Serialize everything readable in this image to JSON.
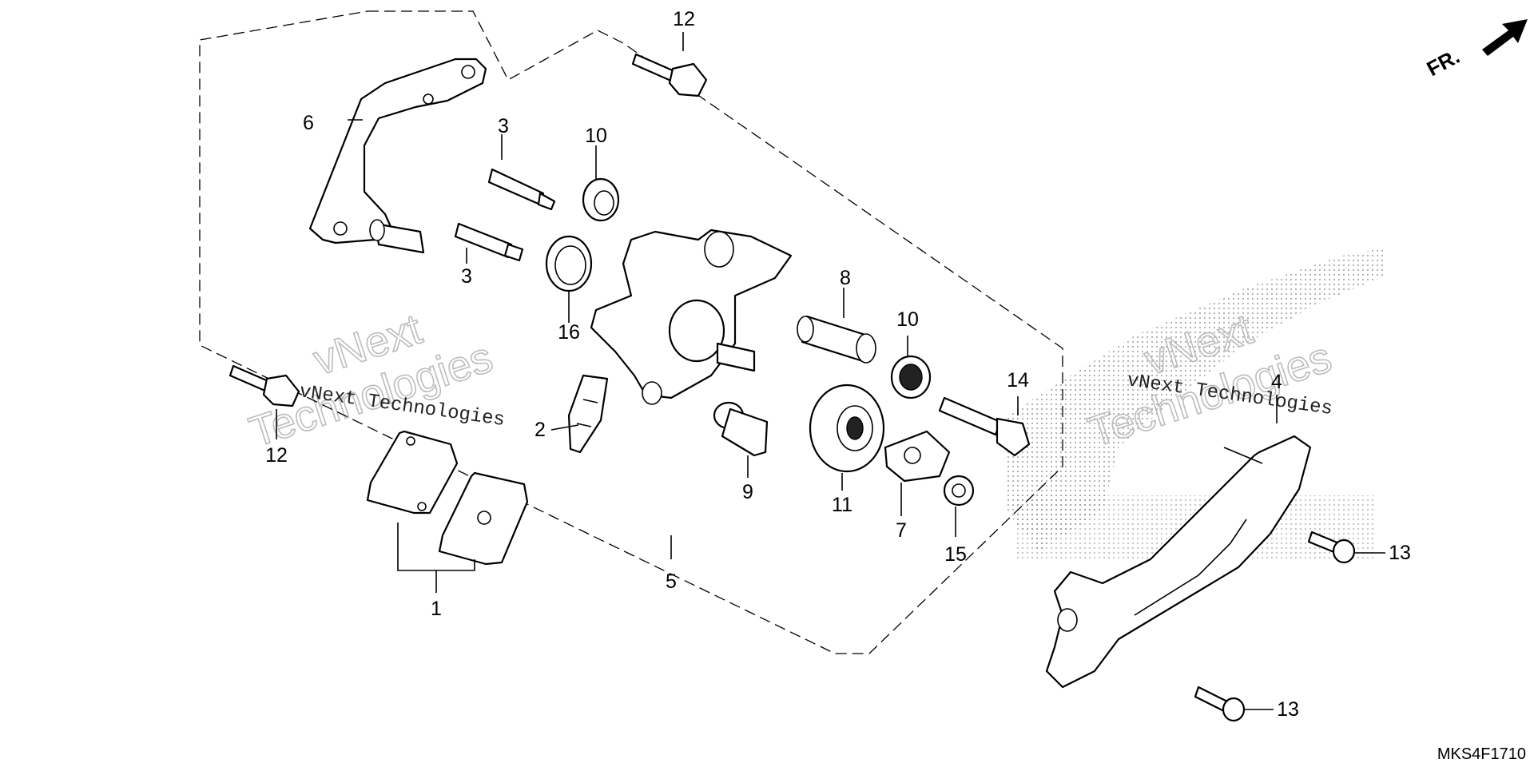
{
  "diagram": {
    "part_numbers": [
      "1",
      "2",
      "3",
      "3",
      "4",
      "5",
      "6",
      "7",
      "8",
      "9",
      "10",
      "10",
      "11",
      "12",
      "12",
      "13",
      "13",
      "14",
      "15",
      "16"
    ],
    "drawing_code": "MKS4F1710",
    "direction_label": "FR.",
    "watermark_small": "vNext Technologies",
    "watermark_big_line1": "vNext",
    "watermark_big_line2": "Technologies",
    "colors": {
      "line": "#000000",
      "background": "#ffffff",
      "watermark": "#bcbcbc",
      "halftone": "#9a9a9a"
    }
  }
}
